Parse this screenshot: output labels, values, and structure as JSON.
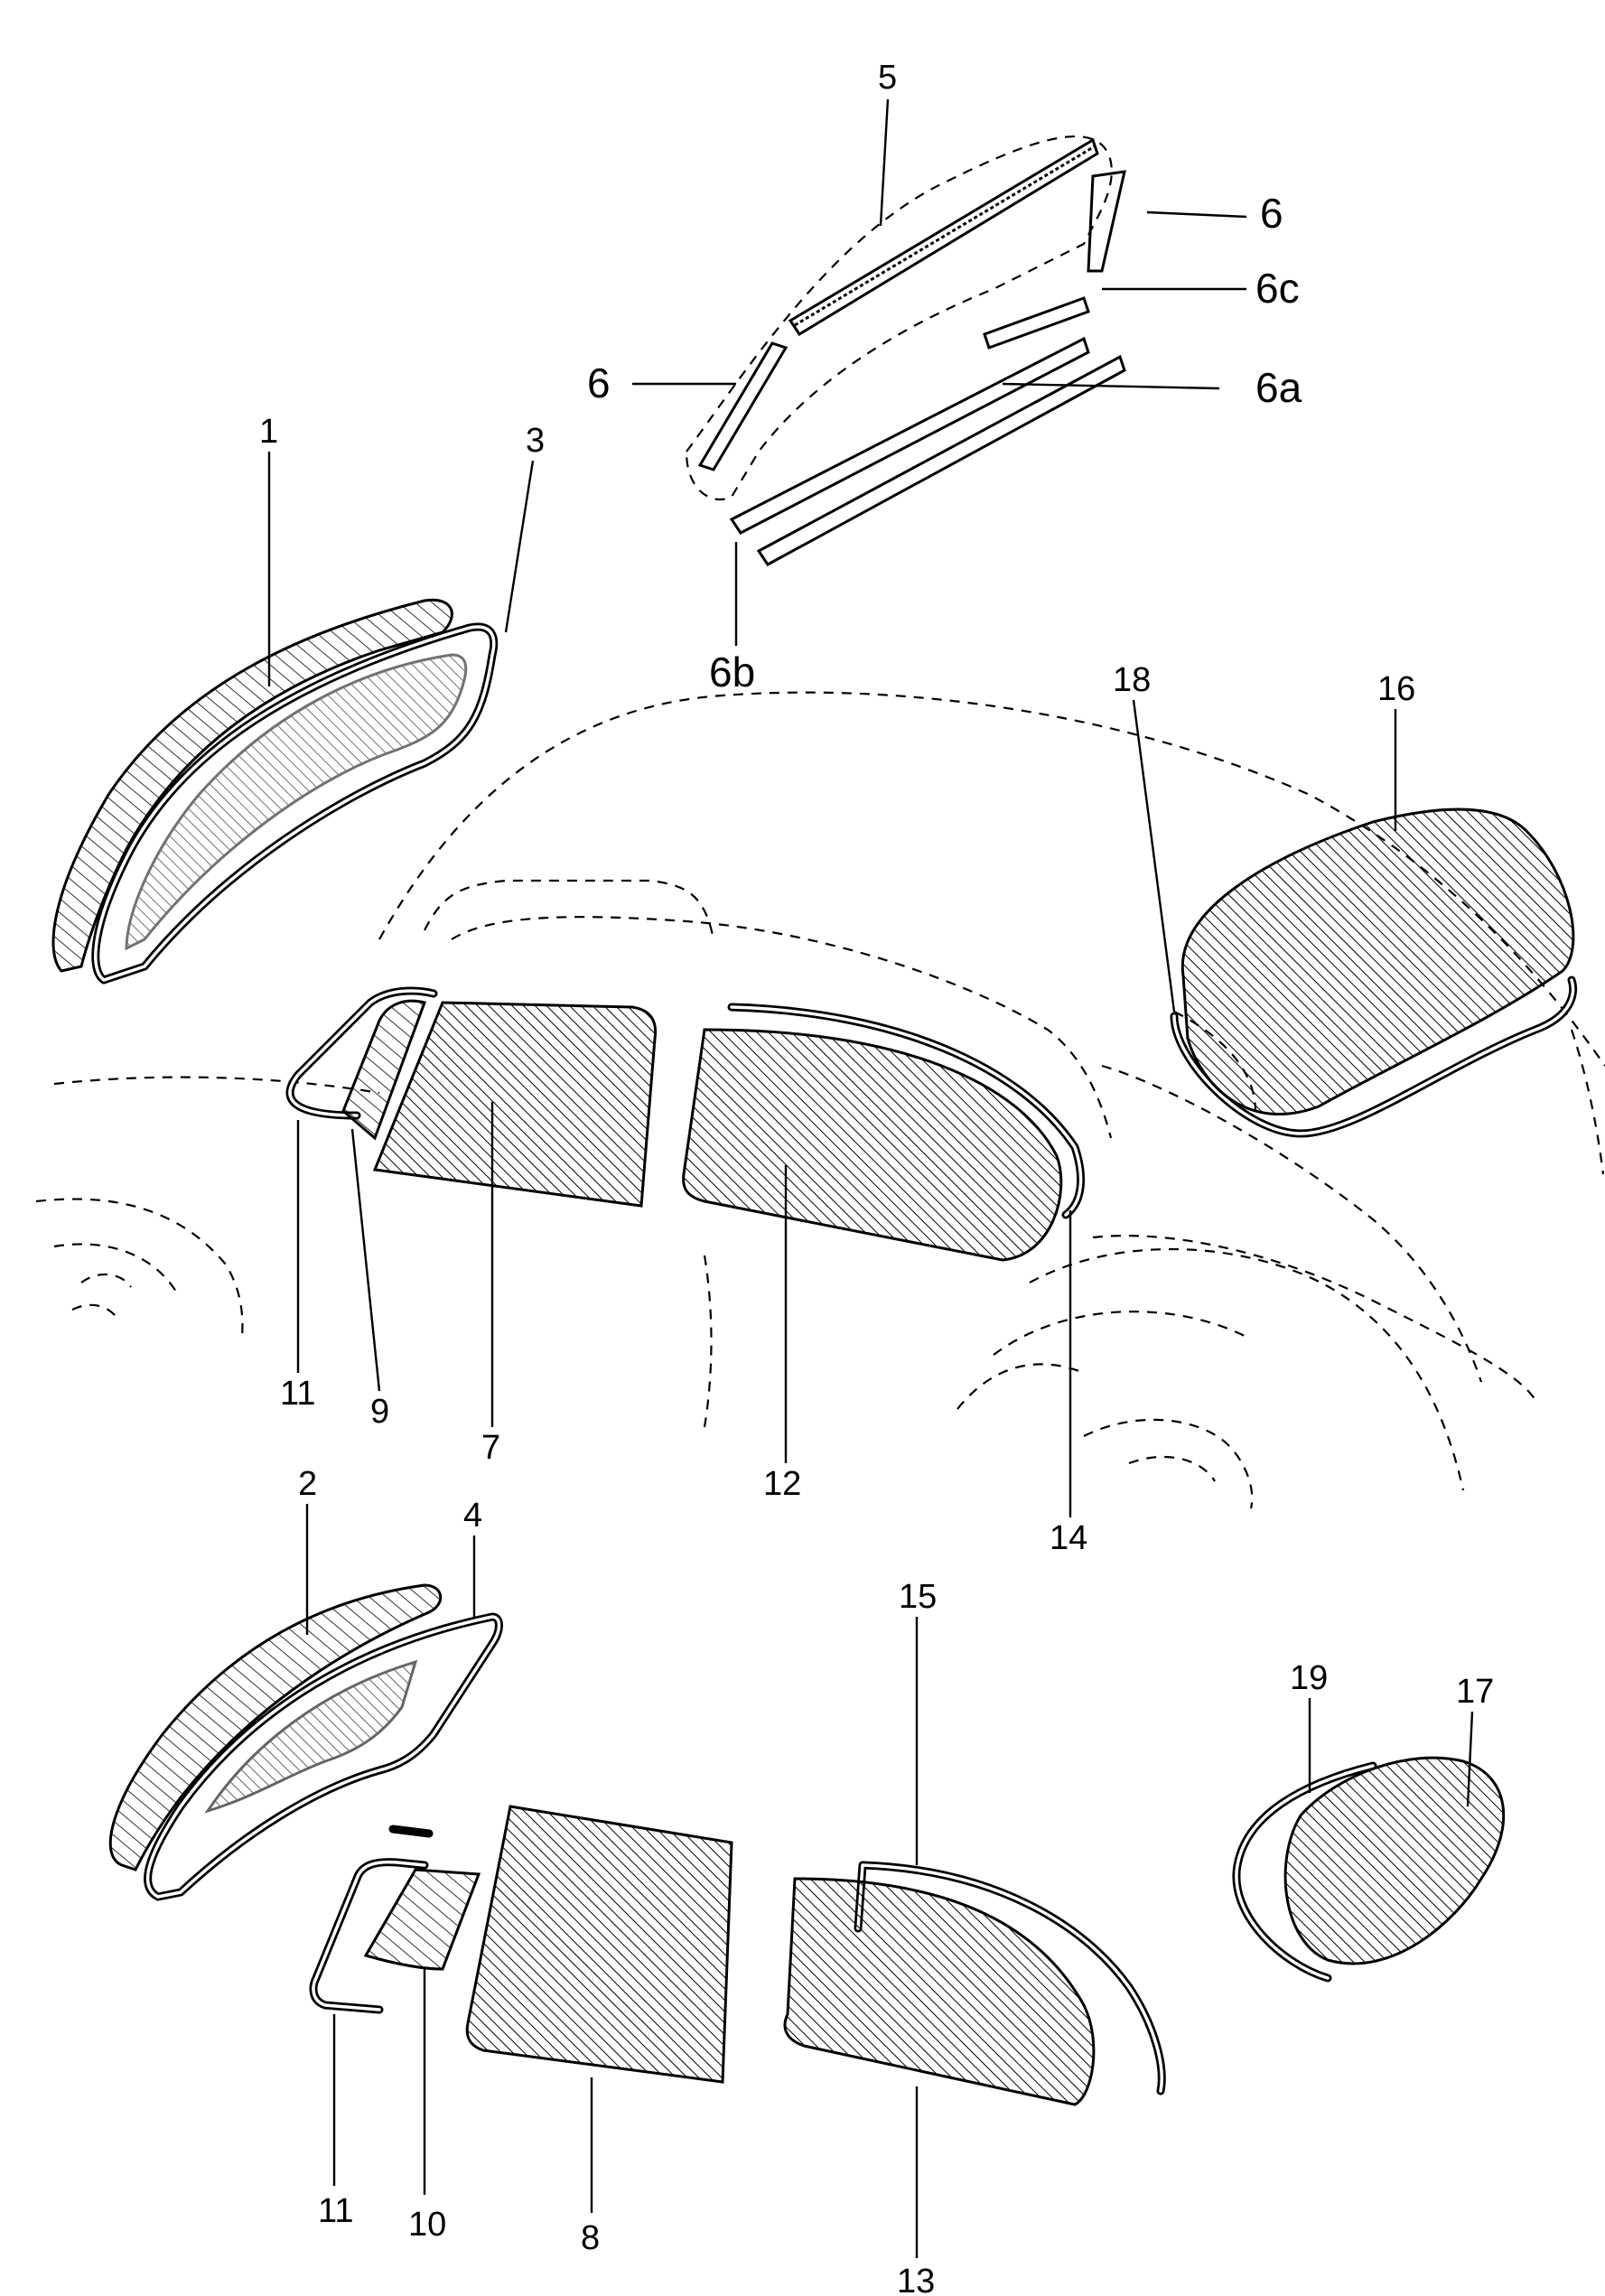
{
  "callouts": {
    "c1": "1",
    "c2": "2",
    "c3": "3",
    "c4": "4",
    "c5": "5",
    "c6_top": "6",
    "c6_left": "6",
    "c6a": "6a",
    "c6b": "6b",
    "c6c": "6c",
    "c7": "7",
    "c8": "8",
    "c9": "9",
    "c10": "10",
    "c11_upper": "11",
    "c11_lower": "11",
    "c12": "12",
    "c13": "13",
    "c14": "14",
    "c15": "15",
    "c16": "16",
    "c17": "17",
    "c18": "18",
    "c19": "19"
  }
}
